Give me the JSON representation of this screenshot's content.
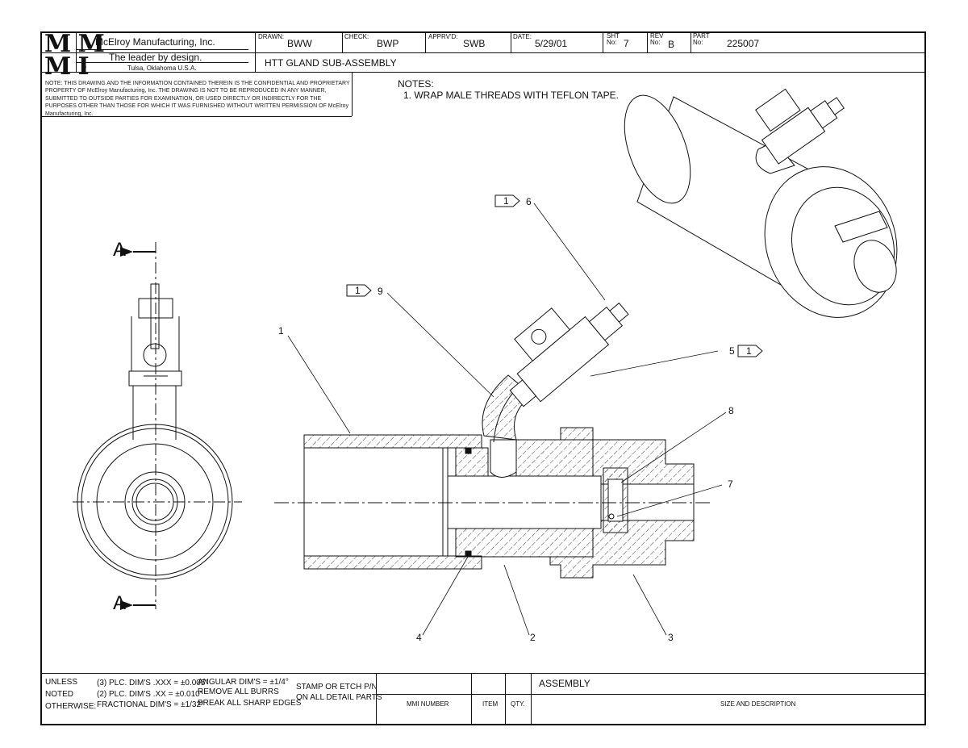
{
  "title_block": {
    "logo_top": "M M",
    "logo_bottom": "M I",
    "company": "McElroy Manufacturing, Inc.",
    "tagline": "The leader by design.",
    "location": "Tulsa, Oklahoma U.S.A.",
    "drawn_label": "DRAWN:",
    "drawn": "BWW",
    "check_label": "CHECK:",
    "check": "BWP",
    "approved_label": "APPRV'D:",
    "approved": "SWB",
    "date_label": "DATE:",
    "date": "5/29/01",
    "sheet_label": "SHT No:",
    "sheet": "7",
    "rev_label": "REV No:",
    "rev": "B",
    "part_label": "PART No:",
    "part": "225007",
    "drawing_title": "HTT GLAND SUB-ASSEMBLY",
    "notice": "NOTE: THIS DRAWING AND THE INFORMATION CONTAINED THEREIN IS THE CONFIDENTIAL AND PROPRIETARY PROPERTY OF McElroy Manufacturing, Inc. THE DRAWING IS NOT TO BE REPRODUCED IN ANY MANNER, SUBMITTED TO OUTSIDE PARTIES FOR EXAMINATION, OR USED DIRECTLY OR INDIRECTLY FOR THE PURPOSES OTHER THAN THOSE FOR WHICH IT WAS FURNISHED WITHOUT WRITTEN PERMISSION OF McElroy Manufacturing, Inc."
  },
  "notes": {
    "heading": "NOTES:",
    "items": [
      "1. WRAP MALE THREADS WITH TEFLON TAPE."
    ]
  },
  "section_labels": {
    "top": "A",
    "bottom": "A"
  },
  "callouts": {
    "c1": "1",
    "c2": "2",
    "c3": "3",
    "c4": "4",
    "c5": "5",
    "c6": "6",
    "c7": "7",
    "c8": "8",
    "c9": "9",
    "flag6": "1",
    "flag9": "1",
    "flag5": "1"
  },
  "footer": {
    "unless": "UNLESS",
    "noted": "NOTED",
    "otherwise": "OTHERWISE:",
    "tol3": "(3) PLC. DIM'S .XXX = ±0.005\"",
    "tol2": "(2) PLC. DIM'S .XX = ±0.010\"",
    "tolfrac": "FRACTIONAL DIM'S = ±1/32\"",
    "angular": "ANGULAR DIM'S = ±1/4°",
    "burrs": "REMOVE ALL BURRS",
    "edges": "BREAK ALL SHARP EDGES",
    "stamp1": "STAMP OR ETCH P/N",
    "stamp2": "ON ALL DETAIL PARTS",
    "assembly": "ASSEMBLY",
    "mmi_number": "MMI NUMBER",
    "item": "ITEM",
    "qty": "QTY.",
    "size_desc": "SIZE AND DESCRIPTION"
  }
}
